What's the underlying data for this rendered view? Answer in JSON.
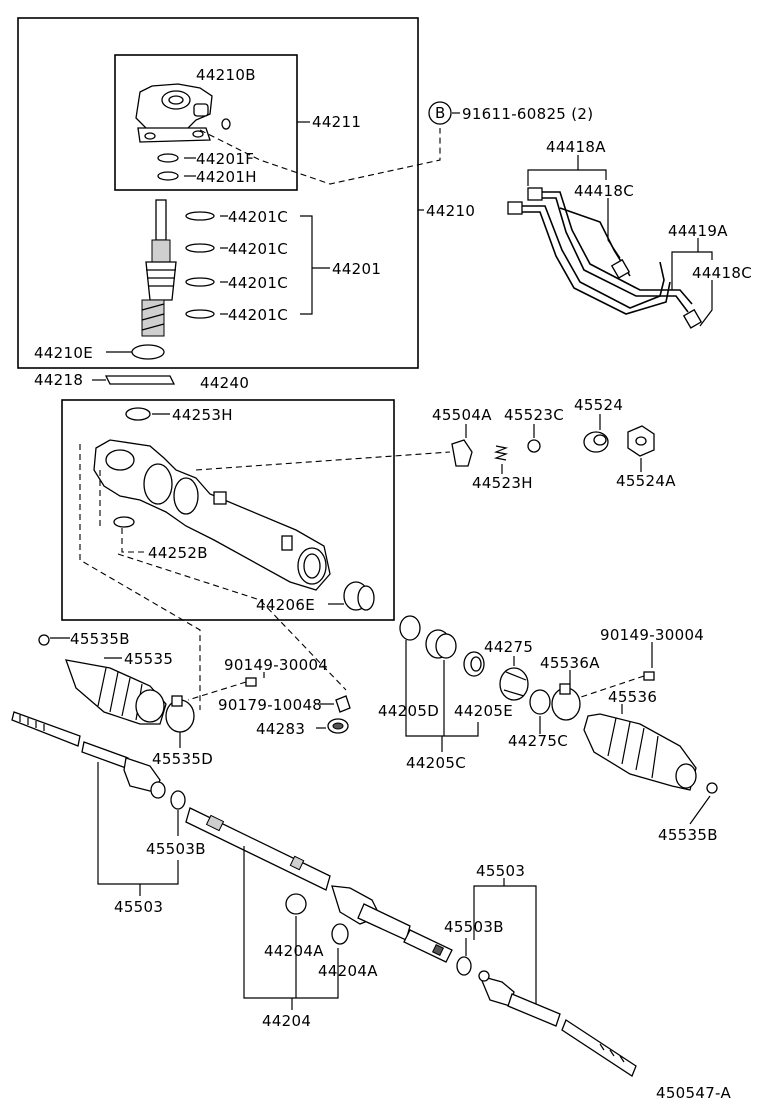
{
  "labels": {
    "l44210B": "44210B",
    "l44211": "44211",
    "l44201F": "44201F",
    "l44201H": "44201H",
    "l44201C_1": "44201C",
    "l44201C_2": "44201C",
    "l44201C_3": "44201C",
    "l44201C_4": "44201C",
    "l44201": "44201",
    "l44210E": "44210E",
    "l44210": "44210",
    "l91611": "91611-60825 (2)",
    "bolt_letter": "B",
    "l44418A": "44418A",
    "l44418C_1": "44418C",
    "l44419A": "44419A",
    "l44418C_2": "44418C",
    "l44218": "44218",
    "l44240": "44240",
    "l44253H": "44253H",
    "l45504A": "45504A",
    "l45523C": "45523C",
    "l45524": "45524",
    "l44523H": "44523H",
    "l45524A": "45524A",
    "l44252B": "44252B",
    "l44206E": "44206E",
    "l45535B_1": "45535B",
    "l45535": "45535",
    "l90149_1": "90149-30004",
    "l90179": "90179-10048",
    "l44283": "44283",
    "l45535D": "45535D",
    "l44275": "44275",
    "l90149_2": "90149-30004",
    "l45536A": "45536A",
    "l44205D": "44205D",
    "l44205E": "44205E",
    "l45536": "45536",
    "l44275C": "44275C",
    "l44205C": "44205C",
    "l45535B_2": "45535B",
    "l45503B_1": "45503B",
    "l45503_1": "45503",
    "l45503_2": "45503",
    "l45503B_2": "45503B",
    "l44204A_1": "44204A",
    "l44204A_2": "44204A",
    "l44204": "44204",
    "footer_code": "450547-A"
  }
}
